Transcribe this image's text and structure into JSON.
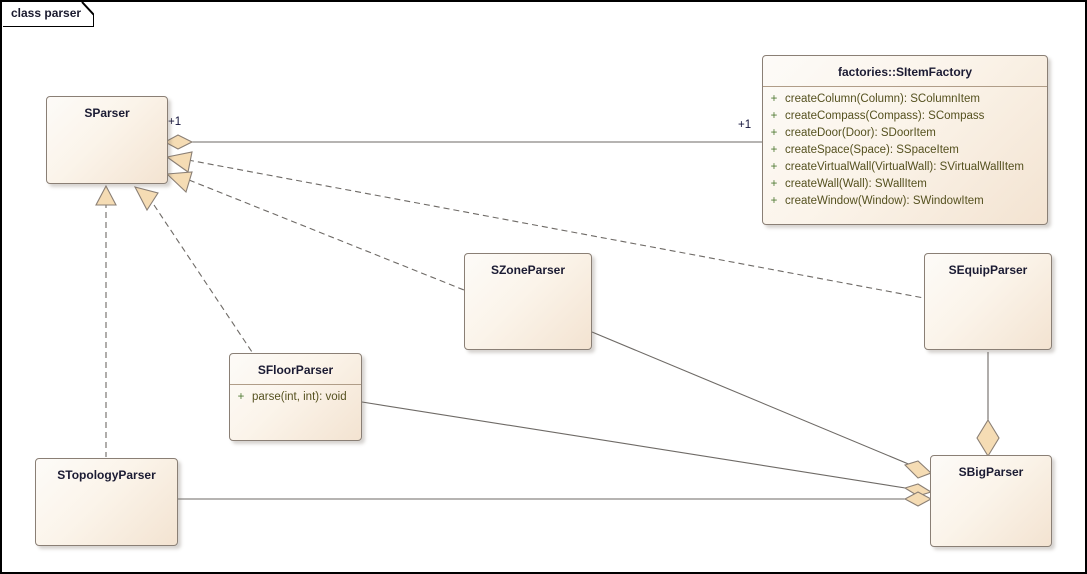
{
  "frame": {
    "tab_label": "class parser",
    "border_color": "#000000",
    "background": "#ffffff"
  },
  "theme": {
    "class_fill_light": "#fdfbf8",
    "class_fill_dark": "#f3e3d1",
    "class_border": "#8a7f75",
    "title_color": "#1b1b33",
    "member_color": "#55511f",
    "visibility_color": "#4f7a33",
    "connector_color": "#6e6a66",
    "adornment_fill": "#f5dcb4",
    "adornment_stroke": "#8a7f75"
  },
  "classes": [
    {
      "id": "sparser",
      "name": "SParser",
      "members": []
    },
    {
      "id": "sitemfactory",
      "name": "factories::SItemFactory",
      "members": [
        {
          "visibility": "+",
          "signature": "createColumn(Column): SColumnItem"
        },
        {
          "visibility": "+",
          "signature": "createCompass(Compass): SCompass"
        },
        {
          "visibility": "+",
          "signature": "createDoor(Door): SDoorItem"
        },
        {
          "visibility": "+",
          "signature": "createSpace(Space): SSpaceItem"
        },
        {
          "visibility": "+",
          "signature": "createVirtualWall(VirtualWall): SVirtualWallItem"
        },
        {
          "visibility": "+",
          "signature": "createWall(Wall): SWallItem"
        },
        {
          "visibility": "+",
          "signature": "createWindow(Window): SWindowItem"
        }
      ]
    },
    {
      "id": "szoneparser",
      "name": "SZoneParser",
      "members": []
    },
    {
      "id": "sequipparser",
      "name": "SEquipParser",
      "members": []
    },
    {
      "id": "sfloorparser",
      "name": "SFloorParser",
      "members": [
        {
          "visibility": "+",
          "signature": "parse(int, int): void"
        }
      ]
    },
    {
      "id": "stopologyparser",
      "name": "STopologyParser",
      "members": []
    },
    {
      "id": "sbigparser",
      "name": "SBigParser",
      "members": []
    }
  ],
  "edge_labels": [
    {
      "id": "sparser-mult",
      "text": "+1"
    },
    {
      "id": "factory-mult",
      "text": "+1"
    }
  ],
  "relationships": [
    {
      "from": "SParser",
      "to": "factories::SItemFactory",
      "type": "aggregation",
      "source_label": "+1",
      "target_label": "+1"
    },
    {
      "from": "SZoneParser",
      "to": "SParser",
      "type": "realization"
    },
    {
      "from": "SEquipParser",
      "to": "SParser",
      "type": "realization"
    },
    {
      "from": "SFloorParser",
      "to": "SParser",
      "type": "realization"
    },
    {
      "from": "STopologyParser",
      "to": "SParser",
      "type": "realization"
    },
    {
      "from": "SBigParser",
      "to": "SZoneParser",
      "type": "aggregation"
    },
    {
      "from": "SBigParser",
      "to": "SFloorParser",
      "type": "aggregation"
    },
    {
      "from": "SBigParser",
      "to": "STopologyParser",
      "type": "aggregation"
    },
    {
      "from": "SBigParser",
      "to": "SEquipParser",
      "type": "aggregation"
    }
  ]
}
